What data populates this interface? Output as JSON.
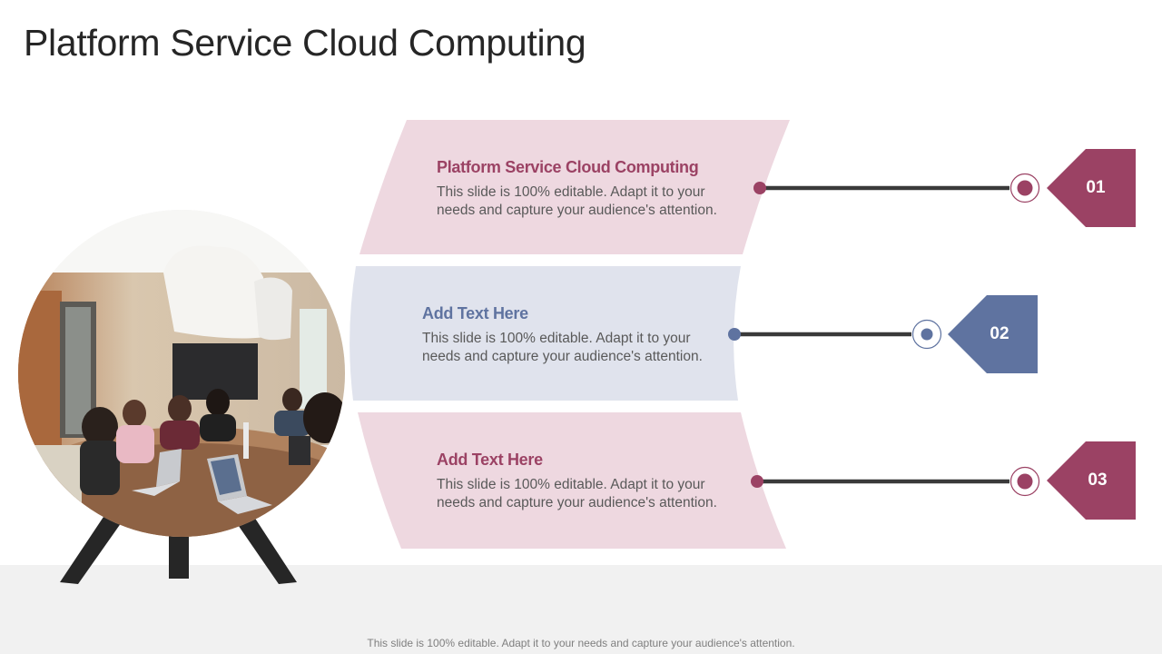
{
  "title": "Platform Service Cloud Computing",
  "footer": "This slide is 100% editable. Adapt it to your needs and capture your audience's attention.",
  "colors": {
    "wine": "#9b4264",
    "slate": "#5f73a0",
    "pink_bg": "#eed8e0",
    "blue_bg": "#e0e3ed",
    "connector": "#3a3a3a"
  },
  "image": {
    "icon": "team-meeting-photo"
  },
  "items": [
    {
      "number": "01",
      "heading": "Platform Service Cloud Computing",
      "text": "This slide is 100% editable. Adapt it to your needs and capture your audience's attention."
    },
    {
      "number": "02",
      "heading": "Add Text Here",
      "text": "This slide is 100% editable. Adapt it to your needs and capture your audience's attention."
    },
    {
      "number": "03",
      "heading": "Add Text Here",
      "text": "This slide is 100% editable. Adapt it to your needs and capture your audience's attention."
    }
  ]
}
